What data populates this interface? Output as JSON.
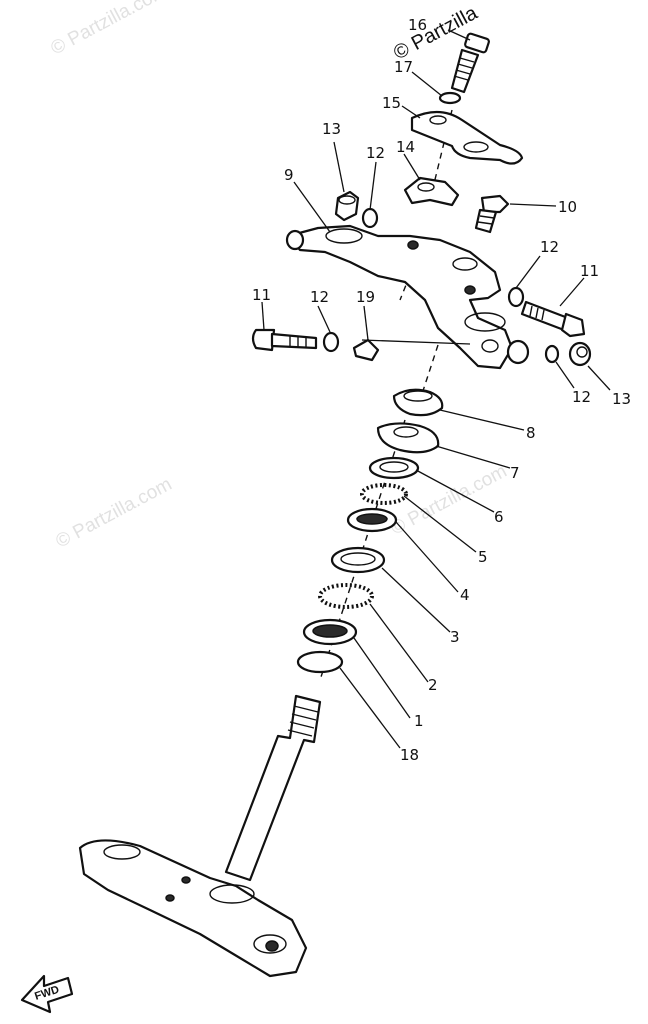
{
  "watermark": {
    "text": "© Partzilla.com",
    "corner_text": "© Partzilla"
  },
  "fwd_label": "FWD",
  "callouts": {
    "c1": "1",
    "c2": "2",
    "c3": "3",
    "c4": "4",
    "c5": "5",
    "c6": "6",
    "c7": "7",
    "c8": "8",
    "c9": "9",
    "c10": "10",
    "c11_left": "11",
    "c11_right": "11",
    "c12_left": "12",
    "c12_mid": "12",
    "c12_right": "12",
    "c12_low": "12",
    "c13_top": "13",
    "c13_right": "13",
    "c14": "14",
    "c15": "15",
    "c16": "16",
    "c17": "17",
    "c18": "18",
    "c19": "19"
  }
}
